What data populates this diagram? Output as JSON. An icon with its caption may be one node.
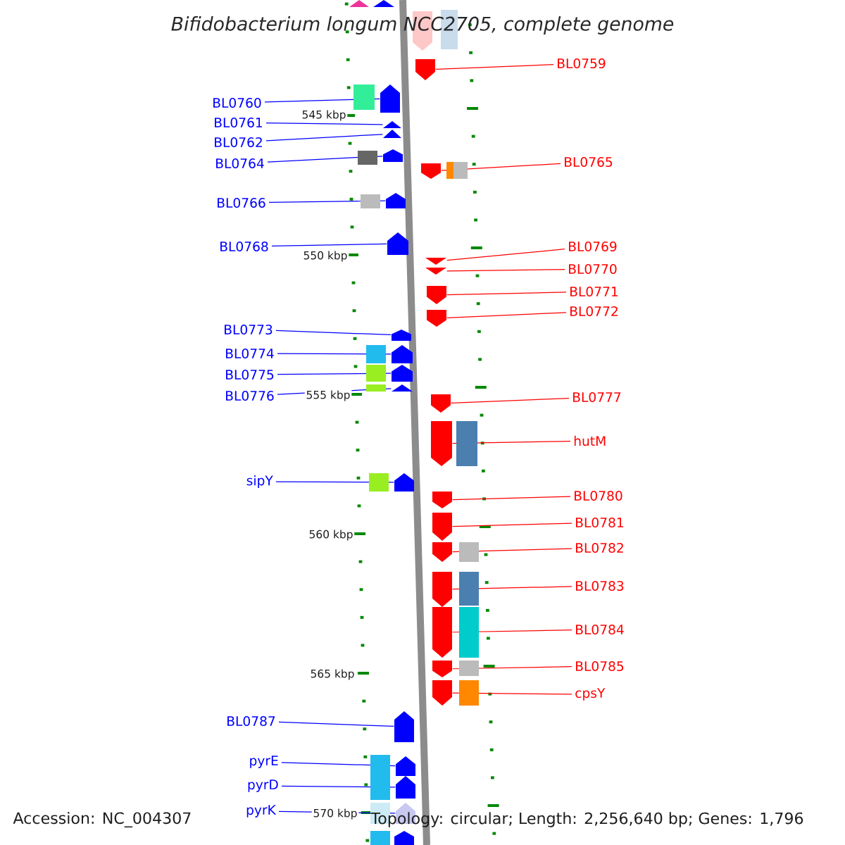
{
  "diagram": {
    "title": "Bifidobacterium longum NCC2705, complete genome",
    "nodes": [
      {
        "text": [
          "BL0759"
        ]
      },
      {
        "text": [],
        "shape": "pentagon"
      },
      {
        "text": [
          "BL0760"
        ]
      },
      {
        "text": [],
        "shape": "pentagon"
      },
      {
        "text": [
          "BL0761"
        ]
      },
      {
        "text": [],
        "shape": "pentagon"
      },
      {
        "text": [
          "BL0762"
        ]
      },
      {
        "text": [],
        "shape": "pentagon"
      },
      {
        "text": [
          "BL0765"
        ]
      },
      {
        "text": [],
        "shape": "pentagon"
      },
      {
        "text": [
          "BL0764"
        ]
      },
      {
        "text": [],
        "shape": "pentagon"
      },
      {
        "text": [
          "BL0766"
        ]
      },
      {
        "text": [],
        "shape": "pentagon"
      },
      {
        "text": [
          "BL0768"
        ]
      },
      {
        "text": [],
        "shape": "pentagon"
      },
      {
        "text": [
          "BL0769"
        ]
      },
      {
        "text": [],
        "shape": "pentagon"
      },
      {
        "text": [
          "BL0770"
        ]
      },
      {
        "text": [],
        "shape": "pentagon"
      },
      {
        "text": [
          "BL0771"
        ]
      },
      {
        "text": [],
        "shape": "pentagon"
      },
      {
        "text": [
          "BL0772"
        ]
      },
      {
        "text": [],
        "shape": "pentagon"
      },
      {
        "text": [
          "BL0773"
        ]
      },
      {
        "text": [],
        "shape": "pentagon"
      },
      {
        "text": [
          "BL0774"
        ]
      },
      {
        "text": [],
        "shape": "pentagon"
      },
      {
        "text": [
          "BL0775"
        ]
      },
      {
        "text": [],
        "shape": "pentagon"
      },
      {
        "text": [
          "BL0776"
        ]
      },
      {
        "text": [],
        "shape": "pentagon"
      },
      {
        "text": [
          "BL0777"
        ]
      },
      {
        "text": [],
        "shape": "pentagon"
      },
      {
        "text": [
          "hutM"
        ]
      },
      {
        "text": [],
        "shape": "pentagon"
      },
      {
        "text": [
          "sipY"
        ]
      },
      {
        "text": [],
        "shape": "pentagon"
      },
      {
        "text": [
          "BL0780"
        ]
      },
      {
        "text": [],
        "shape": "pentagon"
      },
      {
        "text": [
          "BL0781"
        ]
      },
      {
        "text": [],
        "shape": "pentagon"
      },
      {
        "text": [
          "BL0782"
        ]
      },
      {
        "text": [],
        "shape": "pentagon"
      },
      {
        "text": [
          "BL0783"
        ]
      },
      {
        "text": [],
        "shape": "pentagon"
      },
      {
        "text": [
          "BL0784"
        ]
      },
      {
        "text": [],
        "shape": "pentagon"
      },
      {
        "text": [
          "BL0785"
        ]
      },
      {
        "text": [],
        "shape": "pentagon"
      },
      {
        "text": [
          "cpsY"
        ]
      },
      {
        "text": [],
        "shape": "pentagon"
      },
      {
        "text": [
          "BL0787"
        ]
      },
      {
        "text": [],
        "shape": "pentagon"
      },
      {
        "text": [
          "pyrE"
        ]
      },
      {
        "text": [],
        "shape": "pentagon"
      },
      {
        "text": [
          "pyrD"
        ]
      },
      {
        "text": [],
        "shape": "pentagon"
      },
      {
        "text": [
          "pyrK"
        ]
      },
      {
        "text": [],
        "shape": "pentagon"
      },
      {
        "text": [],
        "shape": "pentagon"
      }
    ],
    "edges": [
      {
        "from": 0,
        "to": 1,
        "arrow": "none",
        "color": "#ff0000"
      },
      {
        "from": 2,
        "to": 3,
        "arrow": "none",
        "color": "#0000ff"
      },
      {
        "from": 4,
        "to": 5,
        "arrow": "none",
        "color": "#0000ff"
      },
      {
        "from": 6,
        "to": 7,
        "arrow": "none",
        "color": "#0000ff"
      },
      {
        "from": 8,
        "to": 9,
        "arrow": "none",
        "color": "#ff0000"
      },
      {
        "from": 10,
        "to": 11,
        "arrow": "none",
        "color": "#0000ff"
      },
      {
        "from": 12,
        "to": 13,
        "arrow": "none",
        "color": "#0000ff"
      },
      {
        "from": 14,
        "to": 15,
        "arrow": "none",
        "color": "#0000ff"
      },
      {
        "from": 16,
        "to": 17,
        "arrow": "none",
        "color": "#ff0000"
      },
      {
        "from": 18,
        "to": 19,
        "arrow": "none",
        "color": "#ff0000"
      },
      {
        "from": 20,
        "to": 21,
        "arrow": "none",
        "color": "#ff0000"
      },
      {
        "from": 22,
        "to": 23,
        "arrow": "none",
        "color": "#ff0000"
      },
      {
        "from": 24,
        "to": 25,
        "arrow": "none",
        "color": "#0000ff"
      },
      {
        "from": 26,
        "to": 27,
        "arrow": "none",
        "color": "#0000ff"
      },
      {
        "from": 28,
        "to": 29,
        "arrow": "none",
        "color": "#0000ff"
      },
      {
        "from": 30,
        "to": 31,
        "arrow": "none",
        "color": "#0000ff"
      },
      {
        "from": 32,
        "to": 33,
        "arrow": "none",
        "color": "#ff0000"
      },
      {
        "from": 34,
        "to": 35,
        "arrow": "none",
        "color": "#ff0000"
      },
      {
        "from": 36,
        "to": 37,
        "arrow": "none",
        "color": "#0000ff"
      },
      {
        "from": 38,
        "to": 39,
        "arrow": "none",
        "color": "#ff0000"
      },
      {
        "from": 40,
        "to": 41,
        "arrow": "none",
        "color": "#ff0000"
      },
      {
        "from": 42,
        "to": 43,
        "arrow": "none",
        "color": "#ff0000"
      },
      {
        "from": 44,
        "to": 45,
        "arrow": "none",
        "color": "#ff0000"
      },
      {
        "from": 46,
        "to": 47,
        "arrow": "none",
        "color": "#ff0000"
      },
      {
        "from": 48,
        "to": 49,
        "arrow": "none",
        "color": "#ff0000"
      },
      {
        "from": 50,
        "to": 51,
        "arrow": "none",
        "color": "#ff0000"
      },
      {
        "from": 52,
        "to": 53,
        "arrow": "none",
        "color": "#0000ff"
      },
      {
        "from": 54,
        "to": 55,
        "arrow": "none",
        "color": "#0000ff"
      },
      {
        "from": 56,
        "to": 57,
        "arrow": "none",
        "color": "#0000ff"
      },
      {
        "from": 58,
        "to": 59,
        "arrow": "none",
        "color": "#0000ff"
      }
    ],
    "labels": [
      "545 kbp",
      "550 kbp",
      "555 kbp",
      "560 kbp",
      "565 kbp",
      "570 kbp",
      "Accession: NC_004307",
      "Topology: circular; Length: 2,256,640 bp; Genes: 1,796"
    ]
  }
}
